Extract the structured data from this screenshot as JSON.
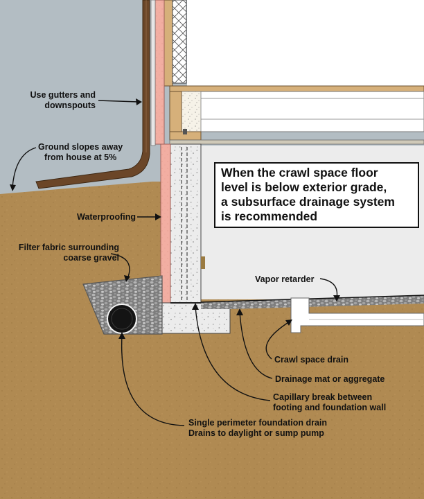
{
  "callout": {
    "lines": [
      "When the crawl space floor",
      "level is below exterior grade,",
      "a subsurface drainage system",
      "is recommended"
    ]
  },
  "labels": {
    "gutters": [
      "Use gutters and",
      "downspouts"
    ],
    "ground_slope": [
      "Ground slopes away",
      "from house at 5%"
    ],
    "waterproofing": "Waterproofing",
    "filter_fabric": [
      "Filter fabric surrounding",
      "coarse gravel"
    ],
    "vapor_retarder": "Vapor retarder",
    "crawl_space_drain": "Crawl space drain",
    "drainage_mat": "Drainage mat or aggregate",
    "capillary_break": [
      "Capillary break between",
      "footing and foundation wall"
    ],
    "perimeter_drain": [
      "Single perimeter foundation drain",
      "Drains to daylight or sump pump"
    ]
  },
  "colors": {
    "sky": "#b3bdc3",
    "soil": "#b08a52",
    "concrete": "#ececec",
    "sheathing": "#f2aea2",
    "lumber": "#d6b07a",
    "downspout": "#6b4628",
    "gravel": "#8f8f8f",
    "drain_pipe": "#141414",
    "text": "#111111"
  }
}
